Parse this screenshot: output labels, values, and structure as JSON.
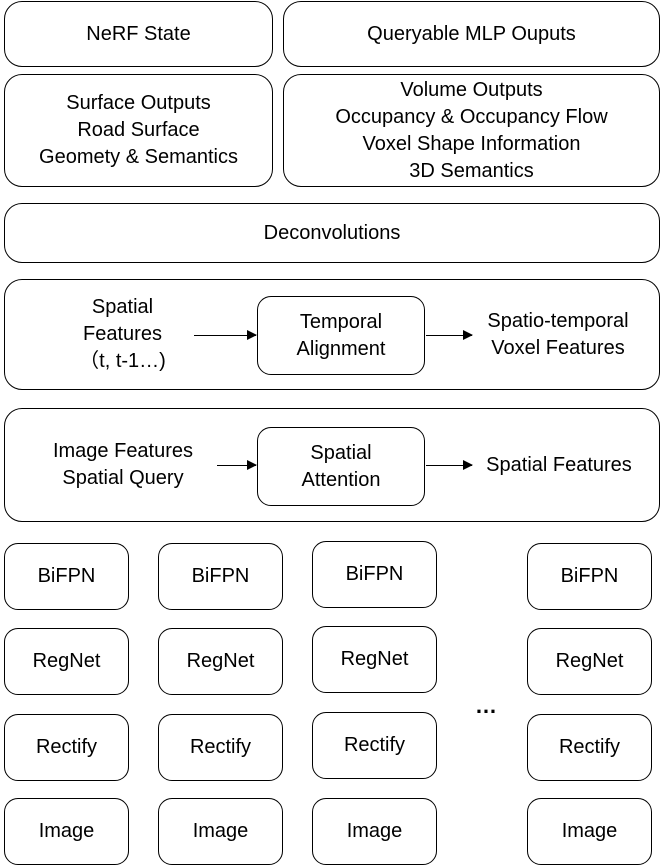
{
  "top_row": {
    "nerf_state": "NeRF State",
    "queryable_mlp": "Queryable MLP Ouputs"
  },
  "surface_outputs": [
    "Surface Outputs",
    "Road Surface",
    "Geomety & Semantics"
  ],
  "volume_outputs": [
    "Volume Outputs",
    "Occupancy & Occupancy Flow",
    "Voxel Shape Information",
    "3D Semantics"
  ],
  "deconvolutions": "Deconvolutions",
  "temporal": {
    "input": [
      "Spatial",
      "Features",
      "（t, t-1…)"
    ],
    "block": [
      "Temporal",
      "Alignment"
    ],
    "output": [
      "Spatio-temporal",
      "Voxel Features"
    ]
  },
  "spatial": {
    "input": [
      "Image Features",
      "Spatial Query"
    ],
    "block": [
      "Spatial",
      "Attention"
    ],
    "output": "Spatial Features"
  },
  "camera_columns": [
    {
      "bifpn": "BiFPN",
      "regnet": "RegNet",
      "rectify": "Rectify",
      "image": "Image"
    },
    {
      "bifpn": "BiFPN",
      "regnet": "RegNet",
      "rectify": "Rectify",
      "image": "Image"
    },
    {
      "bifpn": "BiFPN",
      "regnet": "RegNet",
      "rectify": "Rectify",
      "image": "Image"
    },
    {
      "bifpn": "BiFPN",
      "regnet": "RegNet",
      "rectify": "Rectify",
      "image": "Image"
    }
  ],
  "ellipsis": "…"
}
